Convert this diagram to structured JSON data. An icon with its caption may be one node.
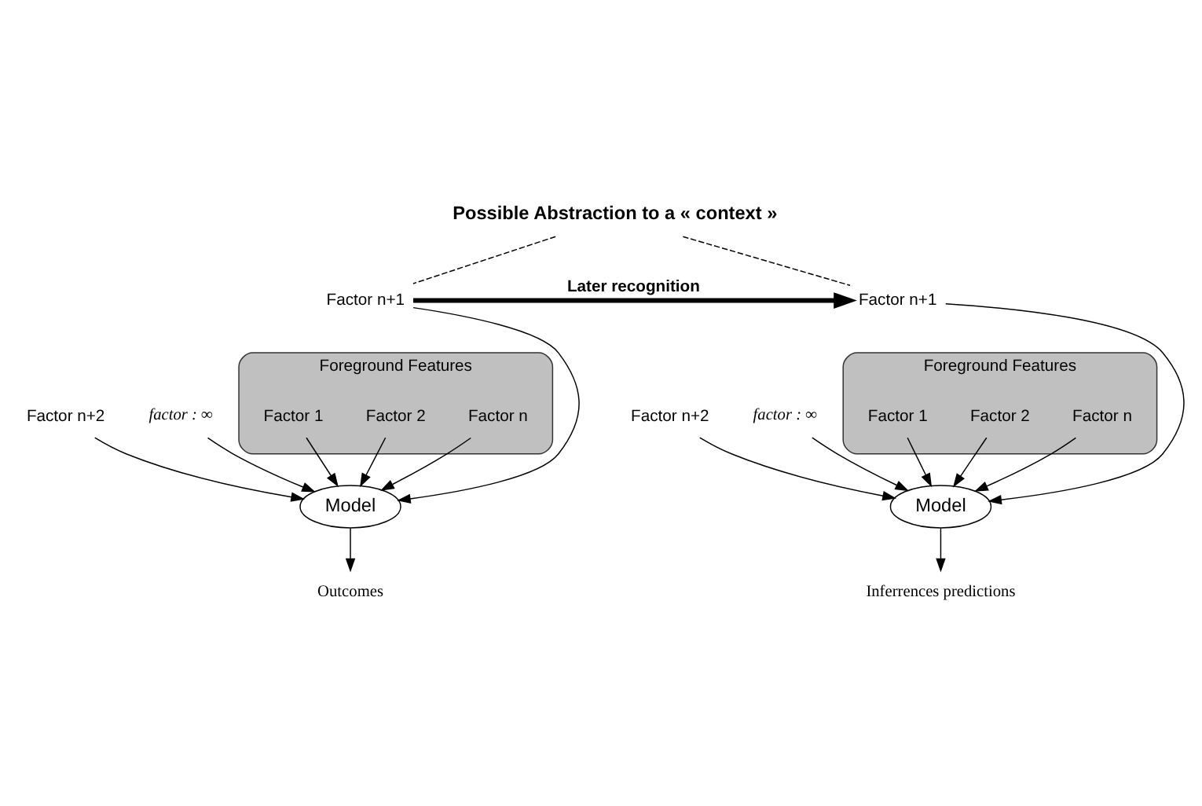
{
  "diagram": {
    "nodes": [
      {
        "text": [
          "Possible Abstraction to a « context »"
        ]
      },
      {
        "text": [
          "Factor n+1"
        ]
      },
      {
        "text": [
          "Factor n+2"
        ]
      },
      {
        "text": [
          "factor : ∞"
        ]
      },
      {
        "text": [
          "Foreground Features"
        ]
      },
      {
        "text": [
          "Factor 1"
        ],
        "in": 4
      },
      {
        "text": [
          "Factor 2"
        ],
        "in": 4
      },
      {
        "text": [
          "Factor n"
        ],
        "in": 4
      },
      {
        "text": [
          "Model"
        ]
      },
      {
        "text": [
          "Outcomes"
        ]
      },
      {
        "text": [
          "Factor n+1"
        ]
      },
      {
        "text": [
          "Factor n+2"
        ]
      },
      {
        "text": [
          "factor : ∞"
        ]
      },
      {
        "text": [
          "Foreground Features"
        ]
      },
      {
        "text": [
          "Factor 1"
        ],
        "in": 13
      },
      {
        "text": [
          "Factor 2"
        ],
        "in": 13
      },
      {
        "text": [
          "Factor n"
        ],
        "in": 13
      },
      {
        "text": [
          "Model"
        ]
      },
      {
        "text": [
          "Inferrences predictions"
        ]
      }
    ],
    "edges": [
      {
        "from": 0,
        "to": 1,
        "arrow": "none",
        "style": "dashed"
      },
      {
        "from": 0,
        "to": 10,
        "arrow": "none",
        "style": "dashed"
      },
      {
        "from": 1,
        "to": 10,
        "arrow": "to",
        "label": "Later recognition",
        "style": "thick"
      },
      {
        "from": 1,
        "to": 8,
        "arrow": "to"
      },
      {
        "from": 2,
        "to": 8,
        "arrow": "to"
      },
      {
        "from": 3,
        "to": 8,
        "arrow": "to"
      },
      {
        "from": 5,
        "to": 8,
        "arrow": "to"
      },
      {
        "from": 6,
        "to": 8,
        "arrow": "to"
      },
      {
        "from": 7,
        "to": 8,
        "arrow": "to"
      },
      {
        "from": 8,
        "to": 9,
        "arrow": "to"
      },
      {
        "from": 10,
        "to": 17,
        "arrow": "to"
      },
      {
        "from": 11,
        "to": 17,
        "arrow": "to"
      },
      {
        "from": 12,
        "to": 17,
        "arrow": "to"
      },
      {
        "from": 14,
        "to": 17,
        "arrow": "to"
      },
      {
        "from": 15,
        "to": 17,
        "arrow": "to"
      },
      {
        "from": 16,
        "to": 17,
        "arrow": "to"
      },
      {
        "from": 17,
        "to": 18,
        "arrow": "to"
      }
    ]
  }
}
